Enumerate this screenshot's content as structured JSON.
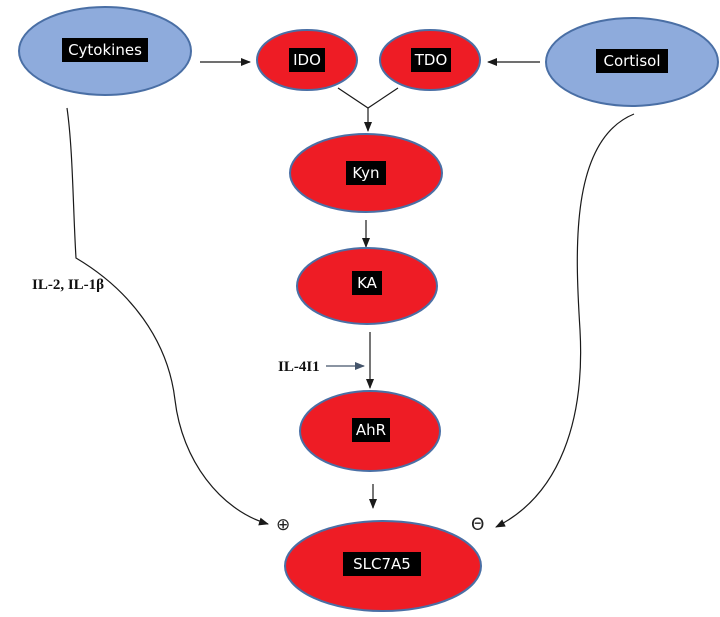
{
  "nodes": {
    "cytokines": "Cytokines",
    "ido": "IDO",
    "tdo": "TDO",
    "cortisol": "Cortisol",
    "kyn": "Kyn",
    "ka": "KA",
    "ahr": "AhR",
    "slc7a5": "SLC7A5"
  },
  "edge_labels": {
    "il2_il1b": "IL-2, IL-1β",
    "il4i1": "IL-4I1"
  },
  "signs": {
    "plus": "⊕",
    "minus": "Θ"
  },
  "colors": {
    "enzyme_fill": "#ee1c25",
    "source_fill": "#8eabdc",
    "node_stroke": "#4a6fa5",
    "label_bg": "#000000",
    "il4i1_arrow": "#44546a"
  }
}
